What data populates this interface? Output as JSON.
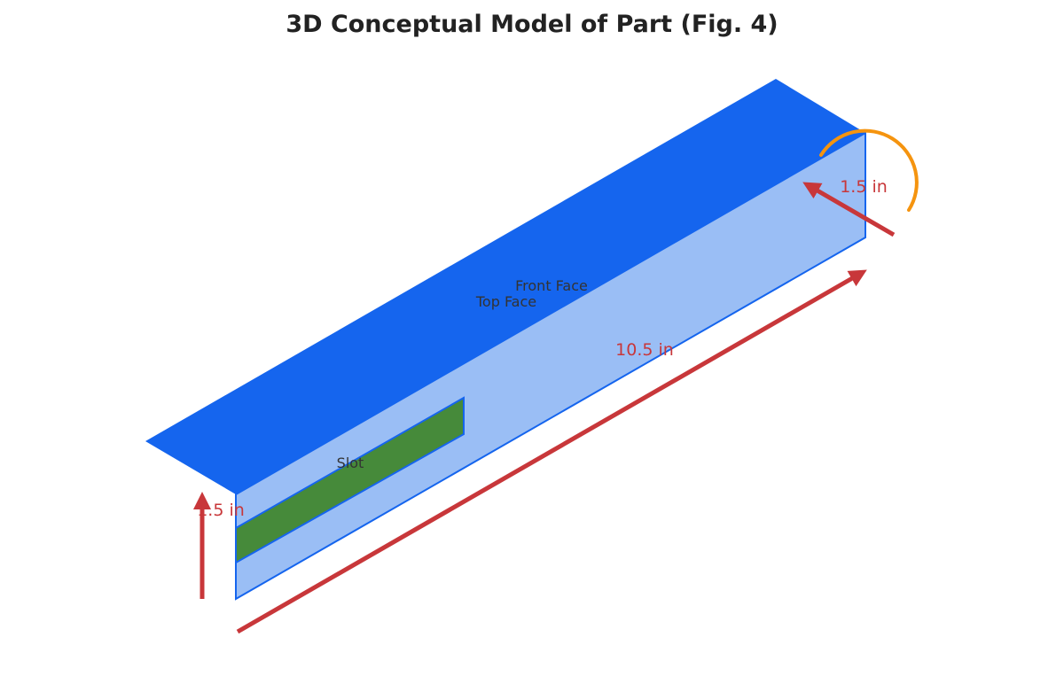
{
  "title": "3D Conceptual Model of Part (Fig. 4)",
  "labels": {
    "front_face": "Front Face",
    "top_face": "Top Face",
    "slot": "Slot"
  },
  "dimensions": {
    "length": "10.5 in",
    "width": "1.5 in",
    "height": "1.5 in"
  },
  "colors": {
    "top_face": "#1565EE",
    "front_face": "#9ABEF5",
    "edge": "#1565EE",
    "slot": "#468A3A",
    "dimension_arrow": "#C8373A",
    "dimension_text": "#C8373A",
    "rotation_arc": "#F5940F"
  }
}
